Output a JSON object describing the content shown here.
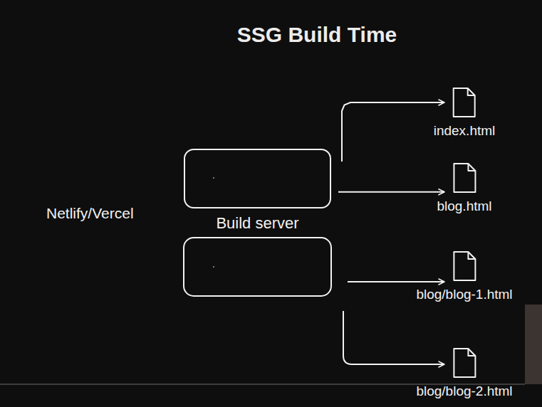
{
  "diagram": {
    "title": "SSG Build Time",
    "nodes": [
      {
        "text": [
          "Build server"
        ]
      },
      {
        "text": [
          "index.html"
        ]
      },
      {
        "text": [
          "blog.html"
        ]
      },
      {
        "text": [
          "blog/blog-1.html"
        ]
      },
      {
        "text": [
          "blog/blog-2.html"
        ]
      }
    ],
    "edges": [
      {
        "from": 0,
        "to": 1,
        "arrow": "to"
      },
      {
        "from": 0,
        "to": 2,
        "arrow": "to"
      }
    ],
    "labels": [
      "Netlify/Vercel"
    ]
  }
}
